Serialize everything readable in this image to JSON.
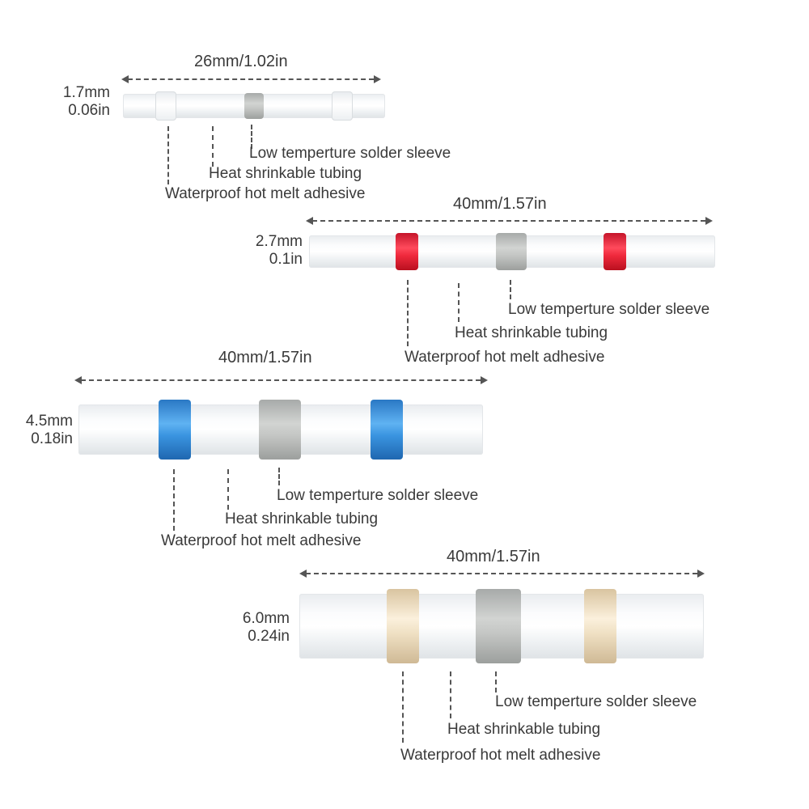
{
  "specs": [
    {
      "length_label": "26mm/1.02in",
      "diameter_mm": "1.7mm",
      "diameter_in": "0.06in",
      "sleeve_color": "#c9cbc9",
      "adhesive_color": "#f4f6f8",
      "callouts": {
        "solder": "Low temperture solder sleeve",
        "tubing": "Heat shrinkable tubing",
        "adhesive": "Waterproof hot melt adhesive"
      }
    },
    {
      "length_label": "40mm/1.57in",
      "diameter_mm": "2.7mm",
      "diameter_in": "0.1in",
      "sleeve_color": "#c9cbc9",
      "adhesive_color": "#e8263a",
      "callouts": {
        "solder": "Low temperture solder sleeve",
        "tubing": "Heat shrinkable tubing",
        "adhesive": "Waterproof hot melt adhesive"
      }
    },
    {
      "length_label": "40mm/1.57in",
      "diameter_mm": "4.5mm",
      "diameter_in": "0.18in",
      "sleeve_color": "#c9cbc9",
      "adhesive_color": "#3a94e0",
      "callouts": {
        "solder": "Low temperture solder sleeve",
        "tubing": "Heat shrinkable tubing",
        "adhesive": "Waterproof hot melt adhesive"
      }
    },
    {
      "length_label": "40mm/1.57in",
      "diameter_mm": "6.0mm",
      "diameter_in": "0.24in",
      "sleeve_color": "#c9cbc9",
      "adhesive_color": "#efe0c3",
      "callouts": {
        "solder": "Low temperture solder sleeve",
        "tubing": "Heat shrinkable tubing",
        "adhesive": "Waterproof hot melt adhesive"
      }
    }
  ]
}
